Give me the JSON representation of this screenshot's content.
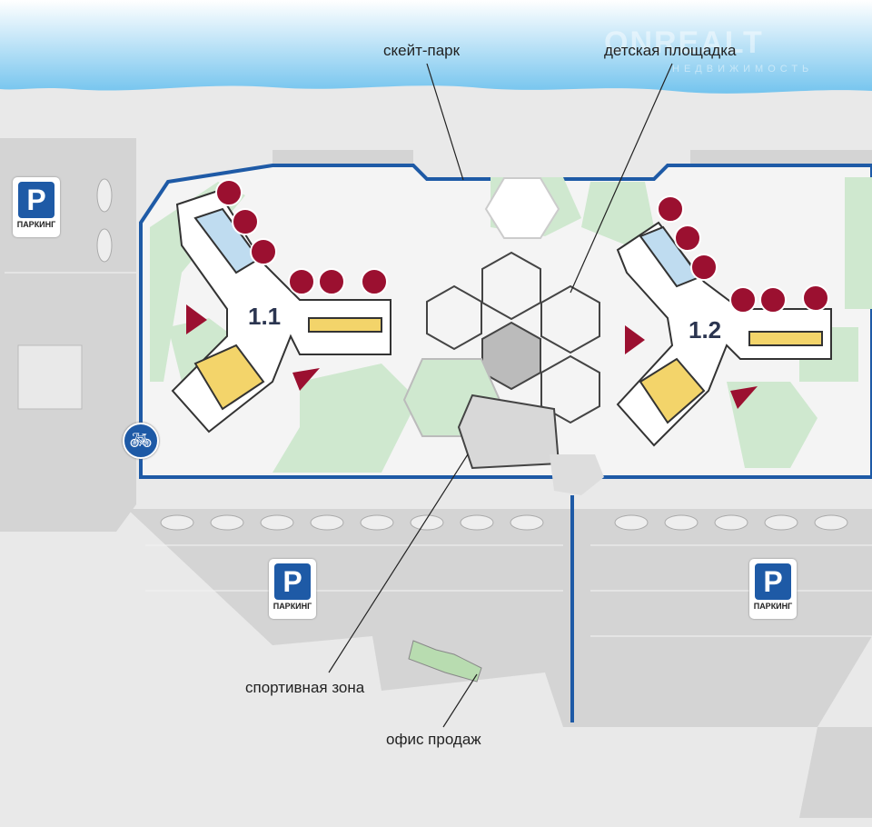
{
  "watermark": {
    "brand": "ONREALT",
    "sub": "НЕДВИЖИМОСТЬ"
  },
  "labels": {
    "skate_park": "скейт-парк",
    "playground": "детская площадка",
    "sports_zone": "спортивная зона",
    "sales_office": "офис продаж"
  },
  "buildings": [
    {
      "number": "1.1"
    },
    {
      "number": "1.2"
    }
  ],
  "parking_signs": [
    {
      "letter": "P",
      "text": "ПАРКИНГ"
    },
    {
      "letter": "P",
      "text": "ПАРКИНГ"
    },
    {
      "letter": "P",
      "text": "ПАРКИНГ"
    }
  ],
  "icons": {
    "bike": "bicycle-icon",
    "entrance": "entrance-triangle-icon"
  },
  "colors": {
    "boundary": "#1e5aa6",
    "entrance": "#9b1030",
    "green": "#cfe8cf",
    "water": "#7cc8ee"
  }
}
